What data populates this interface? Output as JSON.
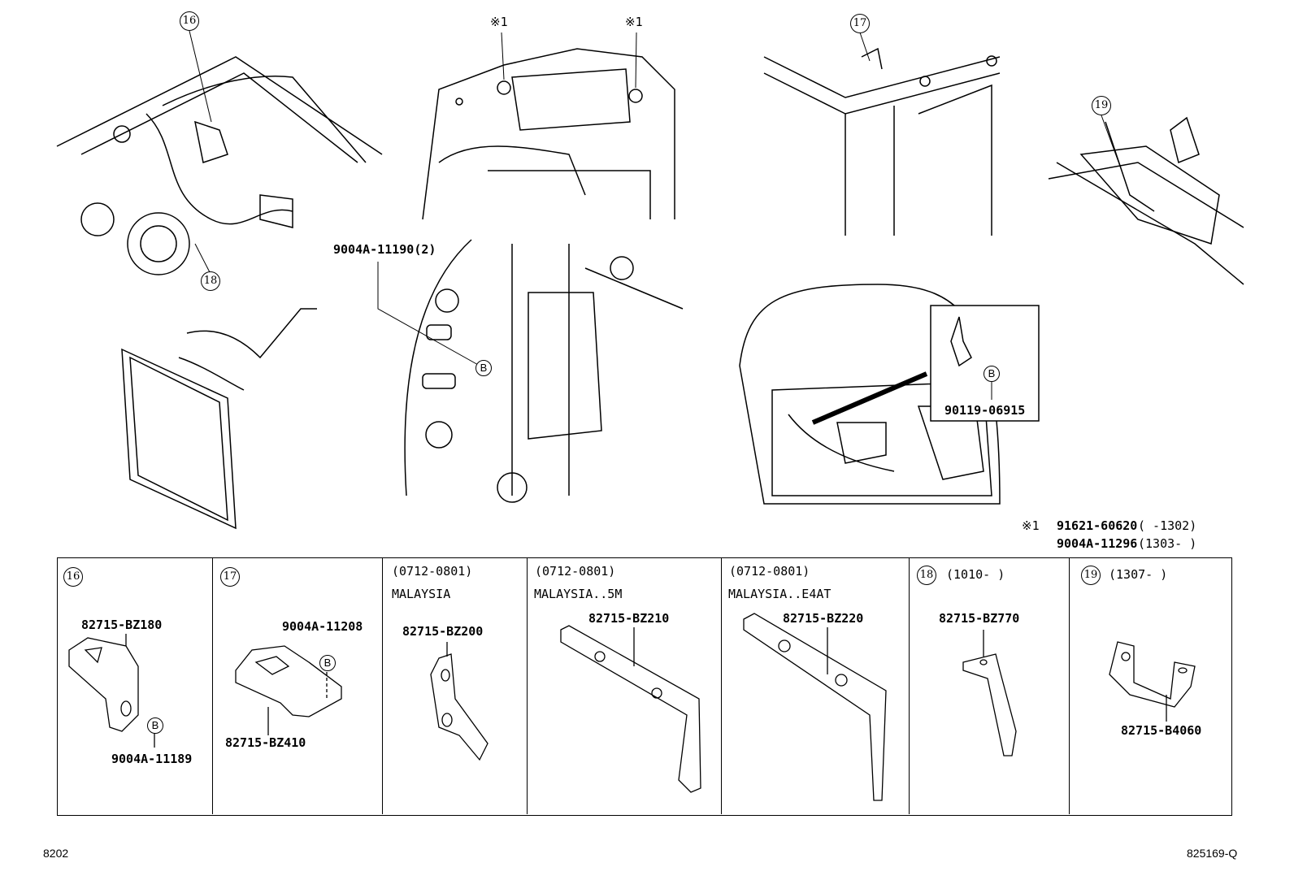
{
  "callouts": {
    "c16": "16",
    "c17": "17",
    "c18": "18",
    "c19": "19",
    "note1": "※1",
    "b": "B"
  },
  "top_labels": {
    "bolt_2": "9004A-11190(2)",
    "bolt_back_door": "90119-06915"
  },
  "footnote": {
    "mark": "※1",
    "line1_part": "91621-60620",
    "line1_range": "(     -1302)",
    "line2_part": "9004A-11296",
    "line2_range": "(1303-     )"
  },
  "table": [
    {
      "num": "16",
      "part": "82715-BZ180",
      "sub": "9004A-11189"
    },
    {
      "num": "17",
      "part": "82715-BZ410",
      "sub": "9004A-11208"
    },
    {
      "range": "(0712-0801)",
      "spec": "MALAYSIA",
      "part": "82715-BZ200"
    },
    {
      "range": "(0712-0801)",
      "spec": "MALAYSIA..5M",
      "part": "82715-BZ210"
    },
    {
      "range": "(0712-0801)",
      "spec": "MALAYSIA..E4AT",
      "part": "82715-BZ220"
    },
    {
      "num": "18",
      "range": "(1010-    )",
      "part": "82715-BZ770"
    },
    {
      "num": "19",
      "range": "(1307-    )",
      "part": "82715-B4060"
    }
  ],
  "footer": {
    "left": "8202",
    "right": "825169-Q"
  }
}
